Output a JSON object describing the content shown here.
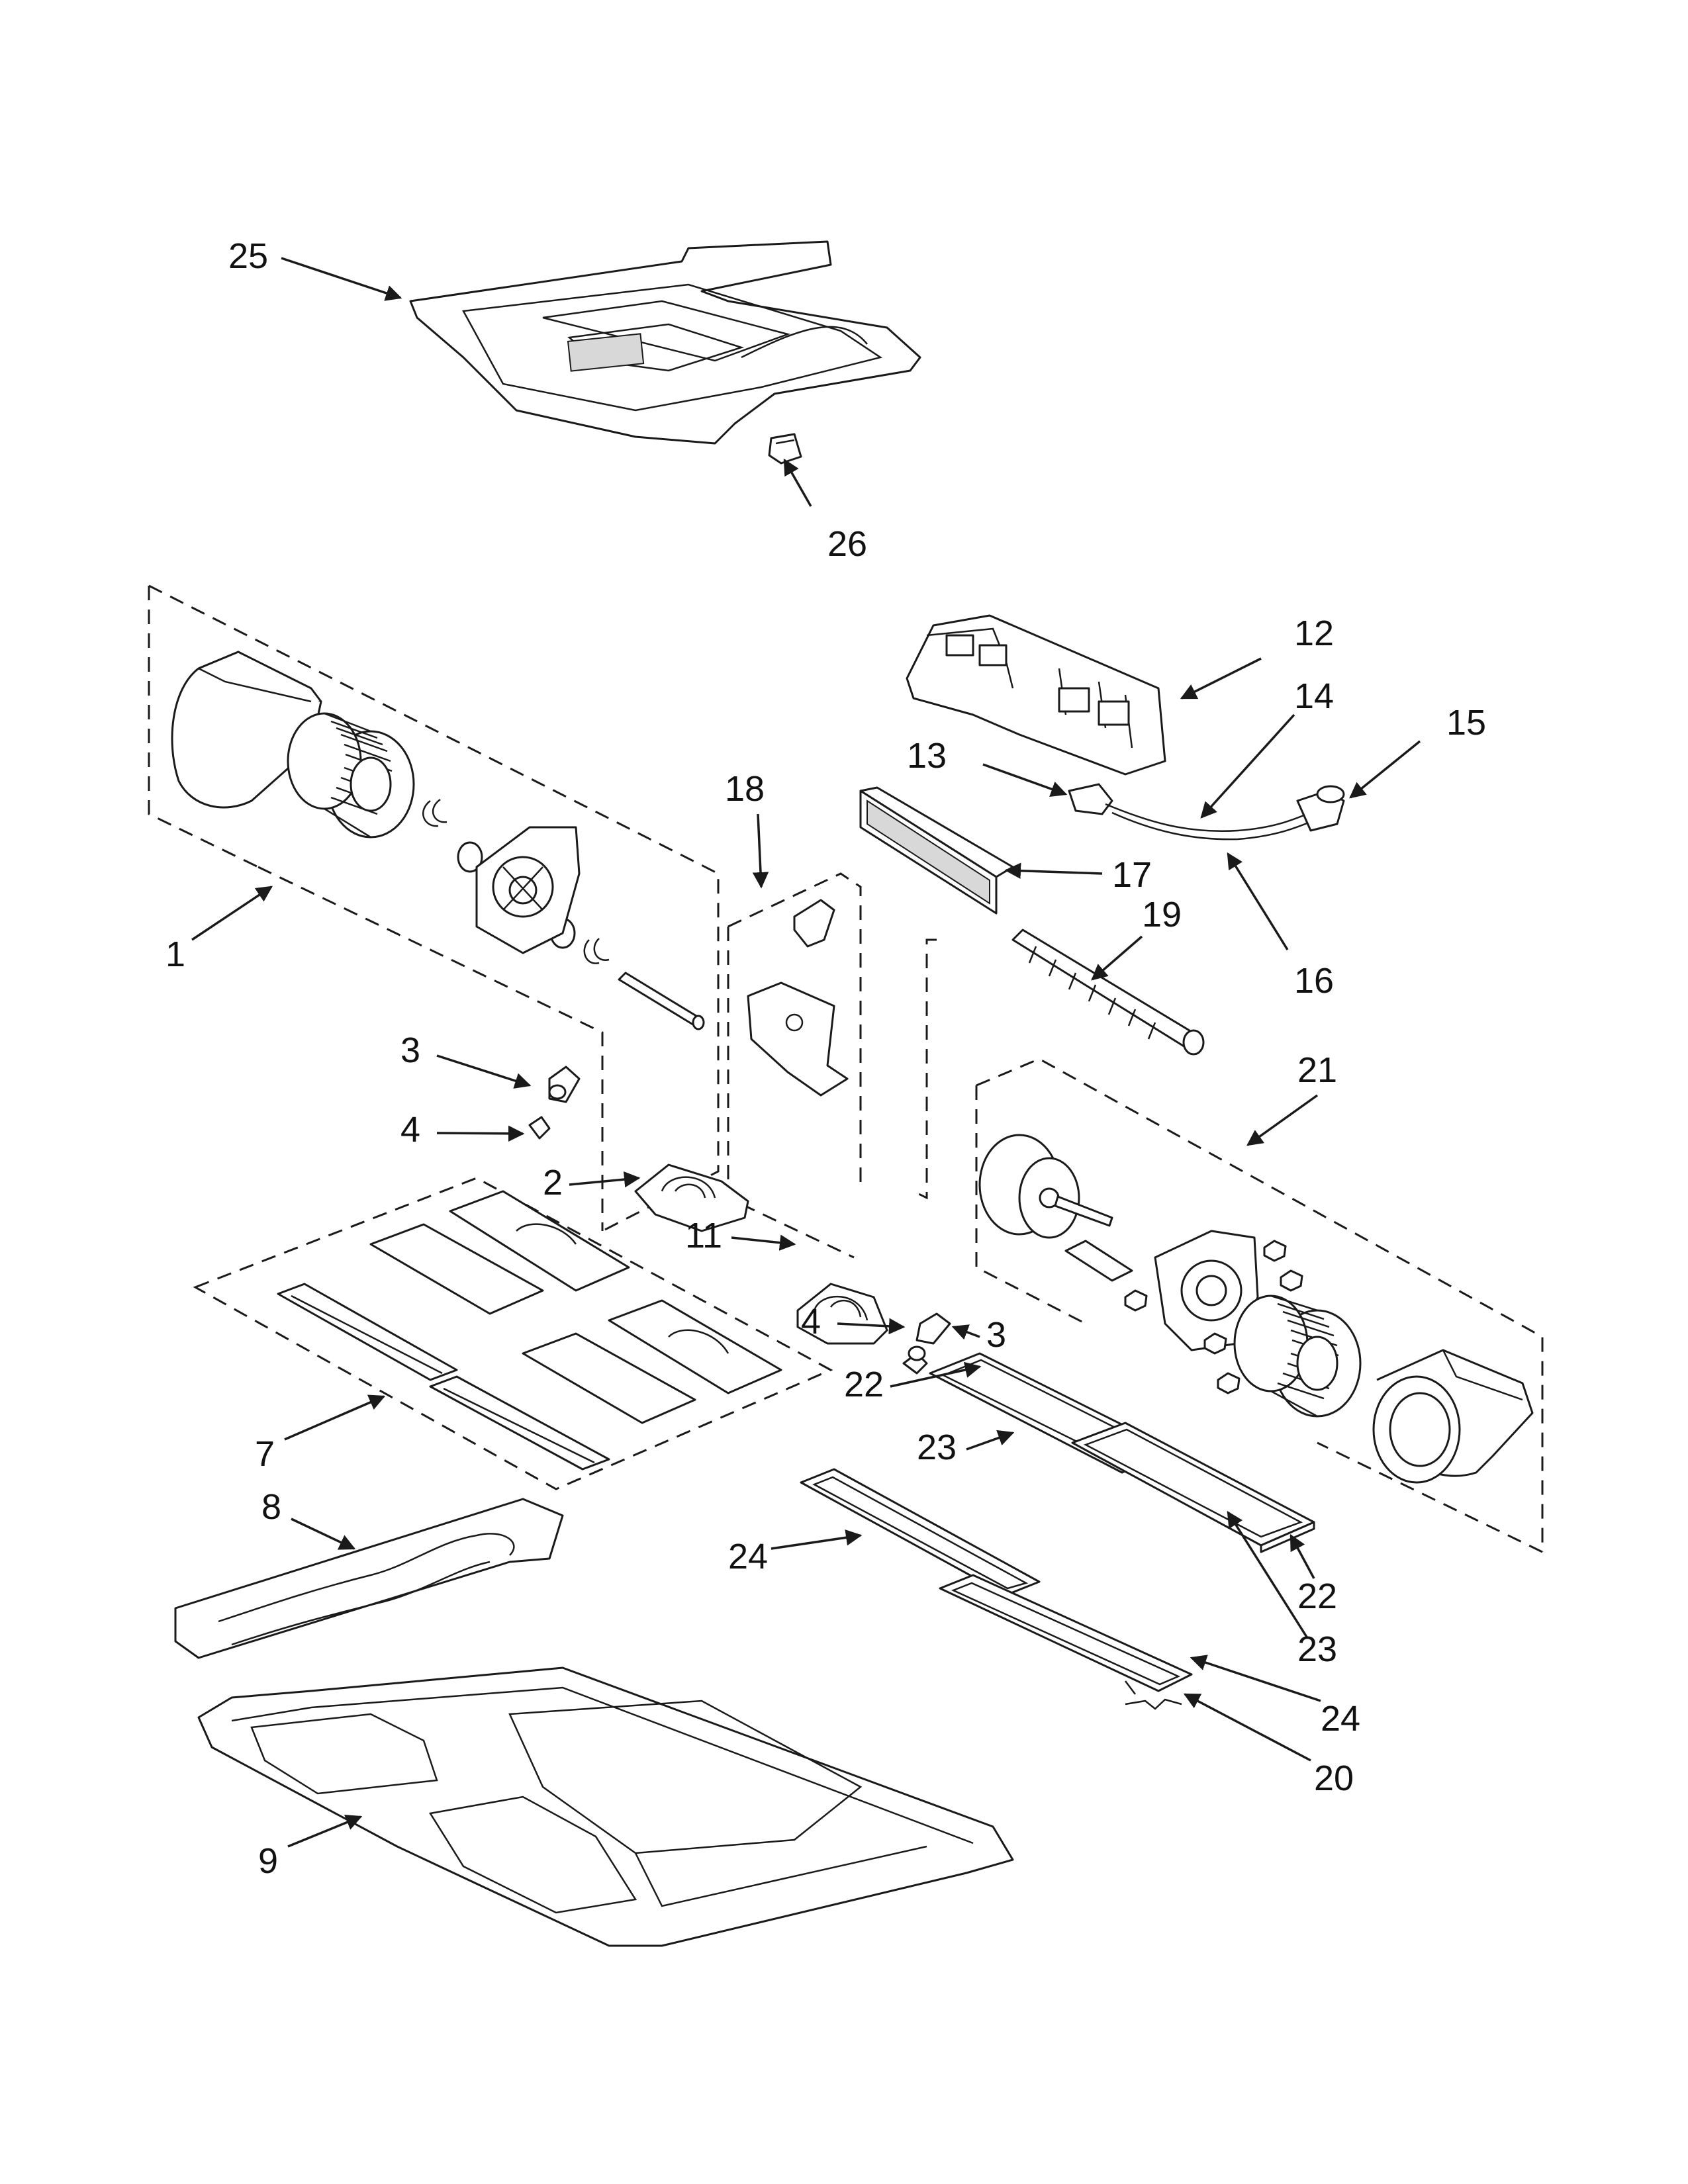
{
  "colors": {
    "ink": "#1a1a1a",
    "background": "#ffffff"
  },
  "callouts": [
    {
      "id": "c25",
      "label": "25"
    },
    {
      "id": "c26",
      "label": "26"
    },
    {
      "id": "c12",
      "label": "12"
    },
    {
      "id": "c14",
      "label": "14"
    },
    {
      "id": "c15",
      "label": "15"
    },
    {
      "id": "c13",
      "label": "13"
    },
    {
      "id": "c18",
      "label": "18"
    },
    {
      "id": "c17",
      "label": "17"
    },
    {
      "id": "c19",
      "label": "19"
    },
    {
      "id": "c16",
      "label": "16"
    },
    {
      "id": "c1",
      "label": "1"
    },
    {
      "id": "c3a",
      "label": "3"
    },
    {
      "id": "c4a",
      "label": "4"
    },
    {
      "id": "c2",
      "label": "2"
    },
    {
      "id": "c21",
      "label": "21"
    },
    {
      "id": "c11",
      "label": "11"
    },
    {
      "id": "c4b",
      "label": "4"
    },
    {
      "id": "c3b",
      "label": "3"
    },
    {
      "id": "c22a",
      "label": "22"
    },
    {
      "id": "c23a",
      "label": "23"
    },
    {
      "id": "c7",
      "label": "7"
    },
    {
      "id": "c8",
      "label": "8"
    },
    {
      "id": "c24a",
      "label": "24"
    },
    {
      "id": "c22b",
      "label": "22"
    },
    {
      "id": "c23b",
      "label": "23"
    },
    {
      "id": "c24b",
      "label": "24"
    },
    {
      "id": "c20",
      "label": "20"
    },
    {
      "id": "c9",
      "label": "9"
    }
  ]
}
